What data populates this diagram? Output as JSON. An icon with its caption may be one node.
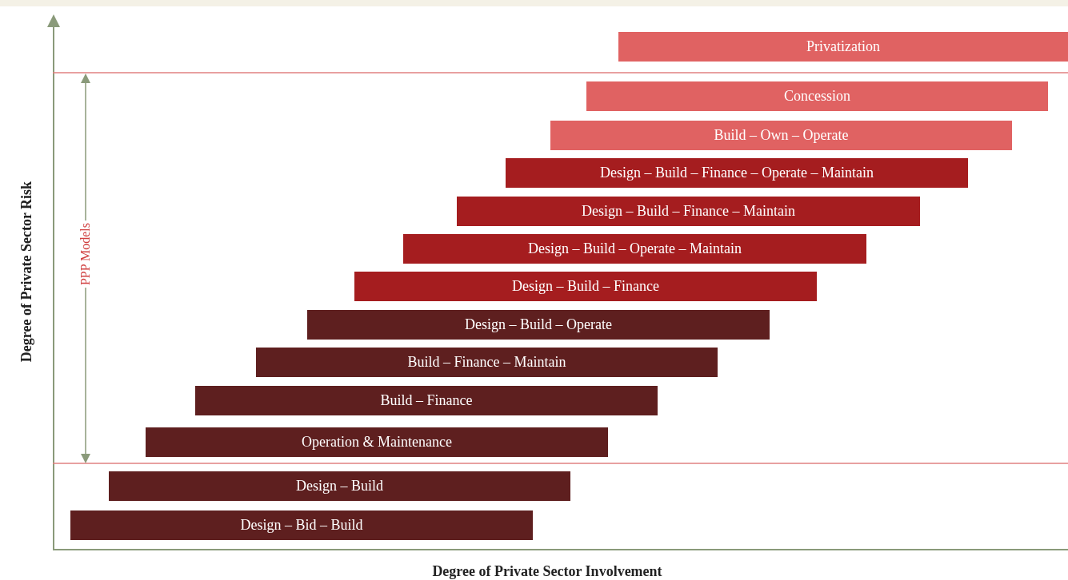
{
  "diagram": {
    "nodes": [
      {
        "text": [
          "Privatization"
        ]
      },
      {
        "text": [
          "Concession"
        ]
      },
      {
        "text": [
          "Build – Own – Operate"
        ]
      },
      {
        "text": [
          "Design – Build – Finance – Operate – Maintain"
        ]
      },
      {
        "text": [
          "Design – Build – Finance – Maintain"
        ]
      },
      {
        "text": [
          "Design – Build – Operate – Maintain"
        ]
      },
      {
        "text": [
          "Design – Build – Finance"
        ]
      },
      {
        "text": [
          "Design – Build – Operate"
        ]
      },
      {
        "text": [
          "Build – Finance – Maintain"
        ]
      },
      {
        "text": [
          "Build – Finance"
        ]
      },
      {
        "text": [
          "Operation & Maintenance"
        ]
      },
      {
        "text": [
          "Design – Build"
        ]
      },
      {
        "text": [
          "Design – Bid – Build"
        ]
      }
    ],
    "edges": [],
    "labels": [
      "Degree of Private Sector Risk",
      "PPP Models",
      "Degree of Private Sector Involvement"
    ]
  }
}
